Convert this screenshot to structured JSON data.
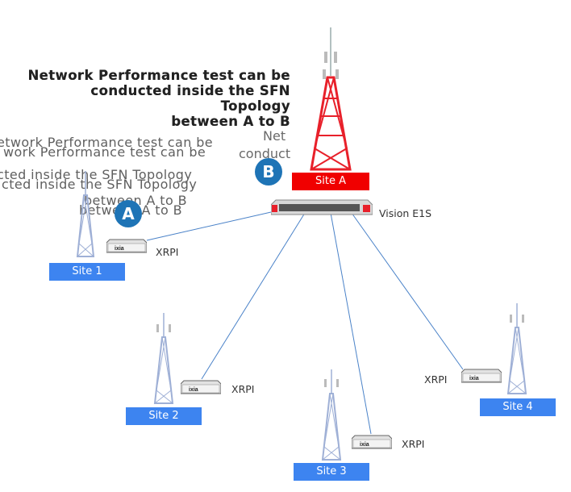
{
  "caption_lines": [
    "Network Performance test can be",
    "conducted inside the SFN Topology",
    "between A to B"
  ],
  "ghost_lines": [
    "etwork Performance test can be",
    "work Performance test can be",
    "cted inside the SFN Topology",
    "cted inside the SFN Topology",
    "between A to B",
    "between A to B"
  ],
  "ghost_right": [
    "Net",
    "conduct"
  ],
  "badges": {
    "a": "A",
    "b": "B"
  },
  "sites": {
    "site_a": "Site A",
    "site_1": "Site 1",
    "site_2": "Site 2",
    "site_3": "Site 3",
    "site_4": "Site 4"
  },
  "devices": {
    "hub": "Vision E1S",
    "xrpi_1": "XRPI",
    "xrpi_2": "XRPI",
    "xrpi_3": "XRPI",
    "xrpi_4": "XRPI"
  },
  "device_brand": "ixia",
  "colors": {
    "site_label_blue": "#3d84f0",
    "site_label_red": "#f00000",
    "link": "#4a82c8",
    "badge": "#1e74b6",
    "tower_red": "#e8202a",
    "tower_blue": "#9fb0d6"
  }
}
